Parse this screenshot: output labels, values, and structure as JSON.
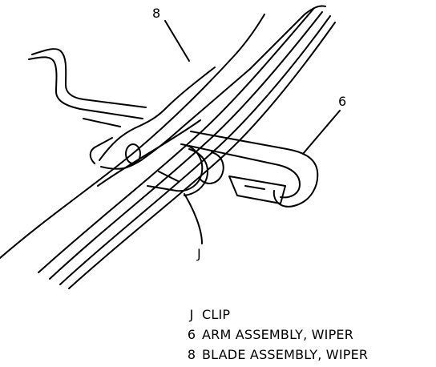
{
  "callouts": {
    "blade": "8",
    "arm": "6",
    "clip": "J"
  },
  "legend": [
    {
      "key": "J",
      "text": "CLIP"
    },
    {
      "key": "6",
      "text": "ARM ASSEMBLY, WIPER"
    },
    {
      "key": "8",
      "text": "BLADE ASSEMBLY, WIPER"
    }
  ]
}
